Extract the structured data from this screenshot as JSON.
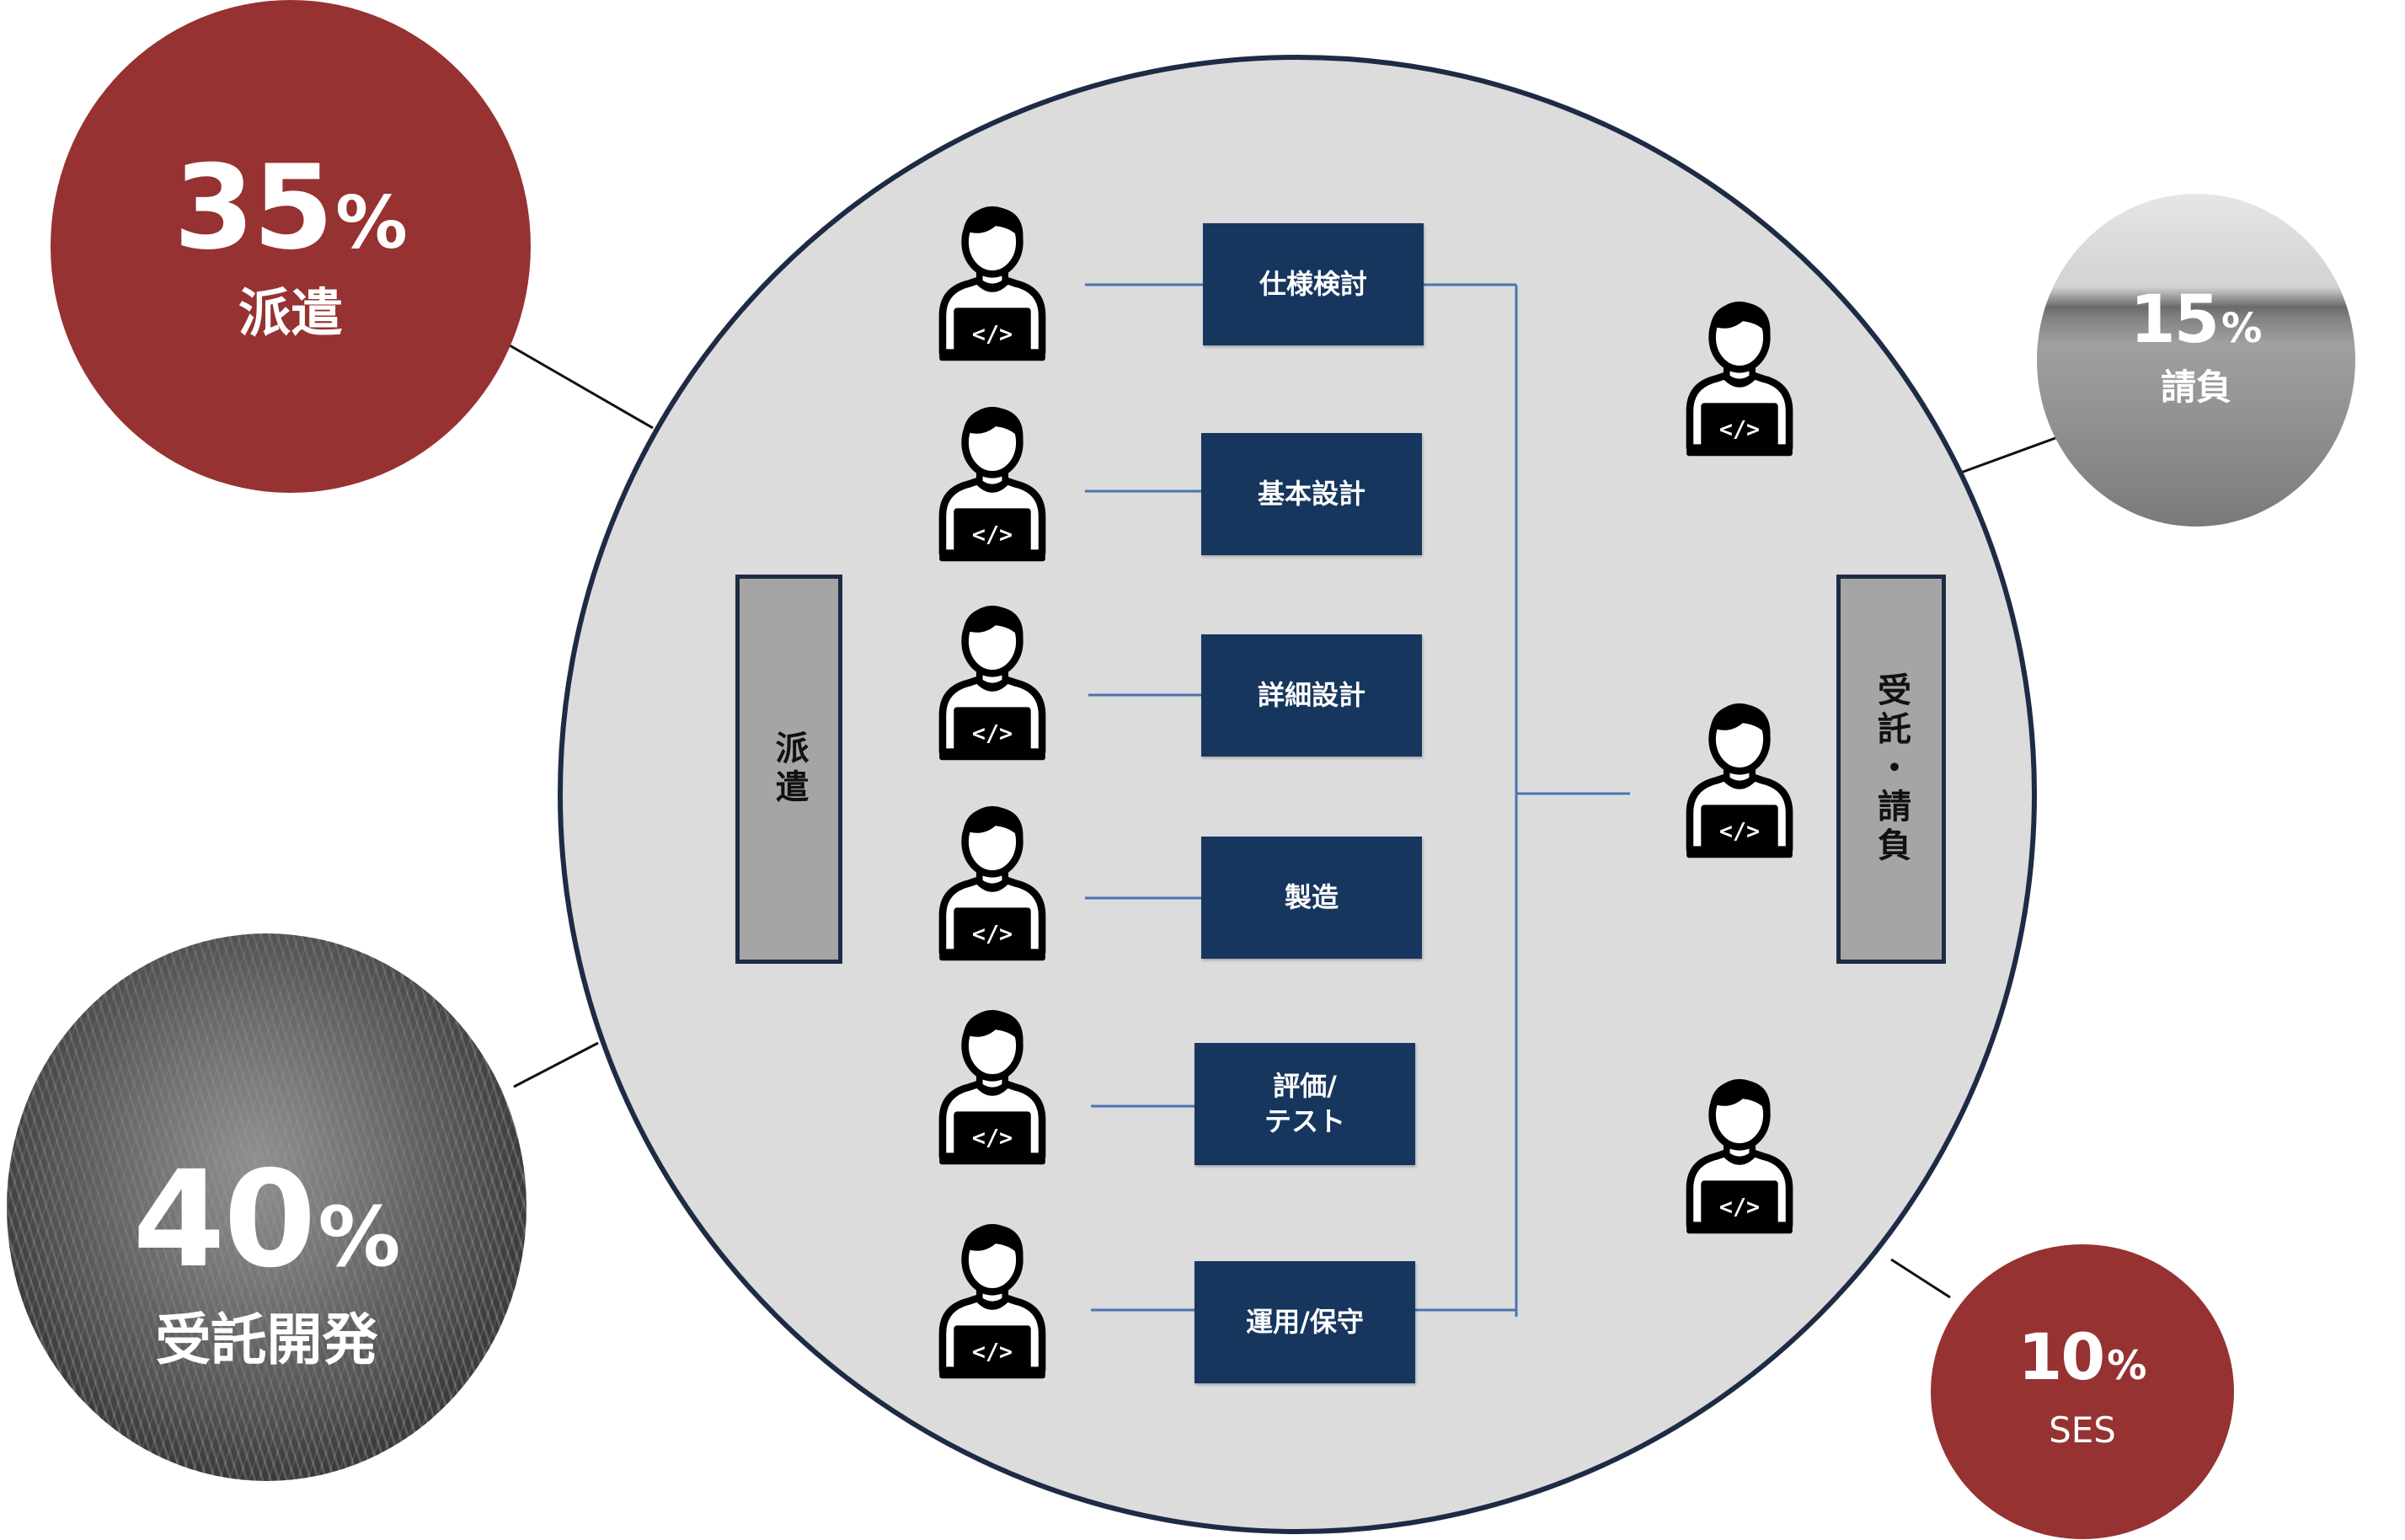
{
  "stats": {
    "haken": {
      "percent": "35",
      "sign": "%",
      "label": "派遣"
    },
    "jutaku": {
      "percent": "40",
      "sign": "%",
      "label": "受託開発"
    },
    "ukeoi": {
      "percent": "15",
      "sign": "%",
      "label": "請負"
    },
    "ses": {
      "percent": "10",
      "sign": "%",
      "label": "SES"
    }
  },
  "bars": {
    "left": "派遣",
    "right": "受託・請負"
  },
  "phases": [
    {
      "label": "仕様検討"
    },
    {
      "label": "基本設計"
    },
    {
      "label": "詳細設計"
    },
    {
      "label": "製造"
    },
    {
      "label": "評価/\nテスト"
    },
    {
      "label": "運用/保守"
    }
  ],
  "icons": {
    "person": "developer-laptop-icon",
    "laptop_code": "</>"
  },
  "colors": {
    "navy": "#17365e",
    "outline": "#1d2b45",
    "red": "#963232",
    "circle_fill": "#dcdcdd",
    "bar_fill": "#a5a5a6"
  }
}
